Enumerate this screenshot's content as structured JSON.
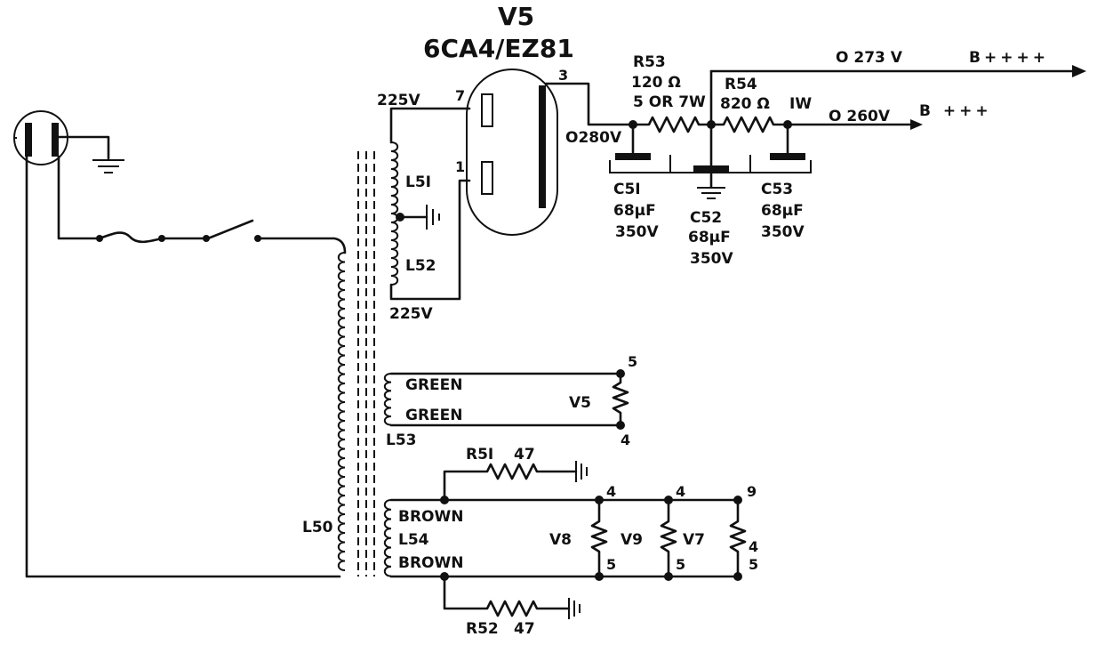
{
  "tube": {
    "name": "V5",
    "type": "6CA4/EZ81",
    "pin_plate_a": "7",
    "pin_plate_b": "1",
    "pin_cathode": "3"
  },
  "hv_winding": {
    "top_voltage": "225V",
    "bottom_voltage": "225V",
    "upper_coil": "L5I",
    "lower_coil": "L52"
  },
  "transformer": {
    "primary": "L50"
  },
  "filter": {
    "node_voltage": "O280V",
    "r53": {
      "name": "R53",
      "value": "120 Ω",
      "rating": "5 OR 7W"
    },
    "r54": {
      "name": "R54",
      "value": "820 Ω",
      "rating": "IW"
    },
    "c51": {
      "name": "C5I",
      "value": "68μF",
      "voltage": "350V"
    },
    "c52": {
      "name": "C52",
      "value": "68μF",
      "voltage": "350V"
    },
    "c53": {
      "name": "C53",
      "value": "68μF",
      "voltage": "350V"
    }
  },
  "outputs": [
    {
      "voltage": "O 273 V",
      "label": "B++++"
    },
    {
      "voltage": "O 260V",
      "label": "B +++"
    }
  ],
  "heater_v5": {
    "winding": "L53",
    "wire_top": "GREEN",
    "wire_bottom": "GREEN",
    "tube": "V5",
    "pin_top": "5",
    "pin_bottom": "4"
  },
  "heater_chain": {
    "winding": "L54",
    "wire_top": "BROWN",
    "wire_bottom": "BROWN",
    "r51": {
      "name": "R5I",
      "value": "47"
    },
    "r52": {
      "name": "R52",
      "value": "47"
    },
    "tubes": [
      {
        "name": "V8",
        "pin_top": "4",
        "pin_bottom": "5"
      },
      {
        "name": "V9",
        "pin_top": "4",
        "pin_bottom": "5"
      },
      {
        "name": "V7",
        "pin_top": "9",
        "pin_bottom": "4\n5"
      }
    ]
  }
}
